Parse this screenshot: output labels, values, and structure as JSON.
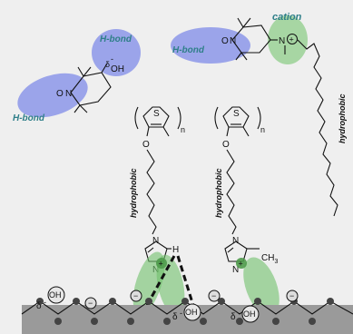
{
  "labels": {
    "hbond": "H-bond",
    "cation": "cation",
    "hydrophobic": "hydrophobic"
  },
  "atoms": {
    "oxygen": "O",
    "nitrogen": "N",
    "sulfur": "S",
    "hydrogen": "H",
    "methyl": "CH",
    "methyl_sub": "3",
    "repeat_n": "n",
    "oxyl": "O",
    "hydroxyl": "OH",
    "delta": "δ",
    "delta_minus": "-",
    "minus": "−",
    "plus": "+"
  },
  "colors": {
    "hbond_fill": "#7f8be8",
    "cation_fill": "#9fd39a",
    "interaction_fill": "#6fbf6a",
    "label_text": "#2f7f89",
    "surface": "#9a9a9a",
    "background": "#efefef"
  }
}
